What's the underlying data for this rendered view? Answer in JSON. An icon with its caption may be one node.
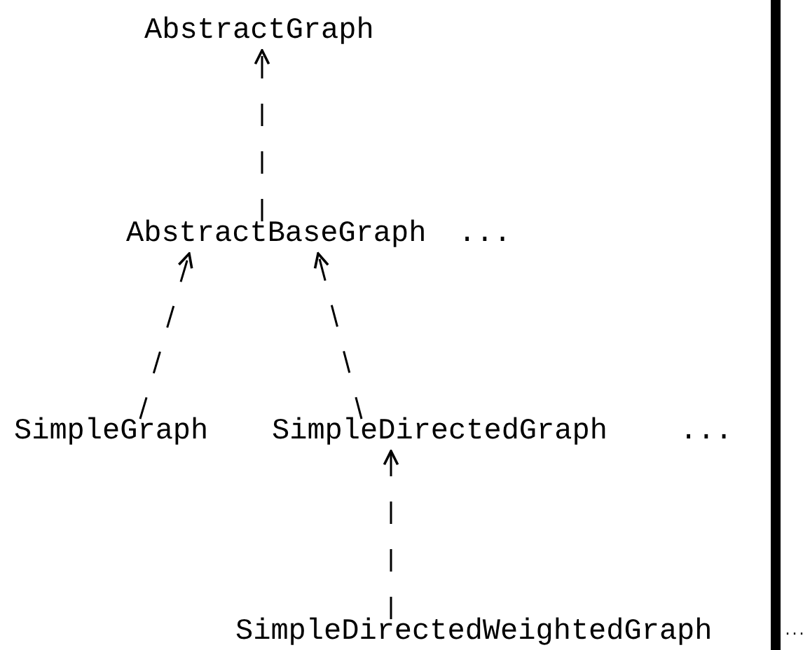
{
  "diagram": {
    "nodes": [
      {
        "text": [
          "AbstractGraph"
        ]
      },
      {
        "text": [
          "AbstractBaseGraph"
        ]
      },
      {
        "text": [
          "SimpleGraph"
        ]
      },
      {
        "text": [
          "SimpleDirectedGraph"
        ]
      },
      {
        "text": [
          "SimpleDirectedWeightedGraph"
        ]
      }
    ],
    "edges": [
      {
        "from": 1,
        "to": 0,
        "arrow": "to",
        "style": "dashed"
      },
      {
        "from": 2,
        "to": 1,
        "arrow": "to",
        "style": "dashed"
      },
      {
        "from": 3,
        "to": 1,
        "arrow": "to",
        "style": "dashed"
      },
      {
        "from": 4,
        "to": 3,
        "arrow": "to",
        "style": "dashed"
      }
    ],
    "labels": [
      "...",
      "...",
      "..."
    ]
  }
}
